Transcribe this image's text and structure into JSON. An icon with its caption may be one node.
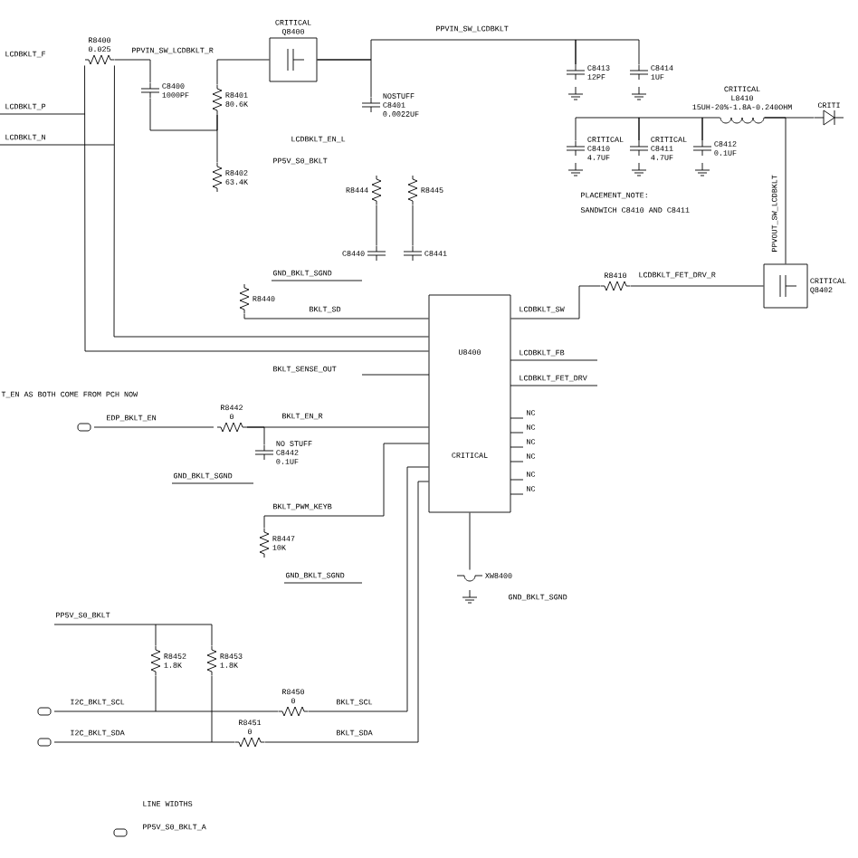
{
  "diagram": {
    "nodes": [
      {
        "text": [
          "R8400",
          "0.025"
        ]
      },
      {
        "text": [
          "CRITICAL",
          "Q8400"
        ]
      },
      {
        "text": [
          "C8400",
          "1000PF"
        ]
      },
      {
        "text": [
          "R8401",
          "80.6K"
        ]
      },
      {
        "text": [
          "NOSTUFF",
          "C8401",
          "0.0022UF"
        ]
      },
      {
        "text": [
          "R8402",
          "63.4K"
        ]
      },
      {
        "text": [
          "R8444"
        ]
      },
      {
        "text": [
          "R8445"
        ]
      },
      {
        "text": [
          "C8440"
        ]
      },
      {
        "text": [
          "C8441"
        ]
      },
      {
        "text": [
          "R8440"
        ]
      },
      {
        "text": [
          "U8400",
          "CRITICAL"
        ]
      },
      {
        "text": [
          "R8442",
          "0"
        ]
      },
      {
        "text": [
          "NO STUFF",
          "C8442",
          "0.1UF"
        ]
      },
      {
        "text": [
          "R8447",
          "10K"
        ]
      },
      {
        "text": [
          "R8452",
          "1.8K"
        ]
      },
      {
        "text": [
          "R8453",
          "1.8K"
        ]
      },
      {
        "text": [
          "R8450",
          "0"
        ]
      },
      {
        "text": [
          "R8451",
          "0"
        ]
      },
      {
        "text": [
          "XW8400"
        ]
      },
      {
        "text": [
          "C8413",
          "12PF"
        ]
      },
      {
        "text": [
          "C8414",
          "1UF"
        ]
      },
      {
        "text": [
          "CRITICAL",
          "L8410",
          "15UH-20%-1.8A-0.240OHM"
        ]
      },
      {
        "text": [
          "CRITICAL",
          "C8410",
          "4.7UF"
        ]
      },
      {
        "text": [
          "CRITICAL",
          "C8411",
          "4.7UF"
        ]
      },
      {
        "text": [
          "C8412",
          "0.1UF"
        ]
      },
      {
        "text": [
          "R8410"
        ]
      },
      {
        "text": [
          "CRITICAL",
          "Q8402"
        ]
      },
      {
        "text": [
          "CRITI"
        ]
      }
    ],
    "edges": [
      {
        "from": 0,
        "to": 2,
        "arrow": "none"
      },
      {
        "from": 2,
        "to": 3,
        "arrow": "none"
      },
      {
        "from": 3,
        "to": 1,
        "arrow": "none"
      },
      {
        "from": 3,
        "to": 5,
        "arrow": "none"
      },
      {
        "from": 1,
        "to": 4,
        "arrow": "none"
      },
      {
        "from": 6,
        "to": 8,
        "arrow": "none"
      },
      {
        "from": 7,
        "to": 9,
        "arrow": "none"
      },
      {
        "from": 10,
        "to": 11,
        "arrow": "none"
      },
      {
        "from": 12,
        "to": 13,
        "arrow": "none"
      },
      {
        "from": 12,
        "to": 11,
        "arrow": "none"
      },
      {
        "from": 14,
        "to": 11,
        "arrow": "none"
      },
      {
        "from": 17,
        "to": 11,
        "arrow": "none"
      },
      {
        "from": 18,
        "to": 11,
        "arrow": "none"
      },
      {
        "from": 15,
        "to": 17,
        "arrow": "none"
      },
      {
        "from": 16,
        "to": 18,
        "arrow": "none"
      },
      {
        "from": 11,
        "to": 19,
        "arrow": "none"
      },
      {
        "from": 20,
        "to": 21,
        "arrow": "none"
      },
      {
        "from": 23,
        "to": 24,
        "arrow": "none"
      },
      {
        "from": 24,
        "to": 25,
        "arrow": "none"
      },
      {
        "from": 25,
        "to": 22,
        "arrow": "none"
      },
      {
        "from": 26,
        "to": 27,
        "arrow": "none"
      },
      {
        "from": 11,
        "to": 26,
        "arrow": "none"
      },
      {
        "from": 27,
        "to": 22,
        "arrow": "none"
      },
      {
        "from": 22,
        "to": 28,
        "arrow": "none"
      },
      {
        "from": 0,
        "to": 11,
        "arrow": "none"
      },
      {
        "from": 0,
        "to": 11,
        "arrow": "none"
      },
      {
        "from": 1,
        "to": 20,
        "arrow": "none"
      },
      {
        "from": 15,
        "to": 16,
        "arrow": "none"
      }
    ],
    "labels": [
      "LCDBKLT_F",
      "PPVIN_SW_LCDBKLT_R",
      "LCDBKLT_P",
      "LCDBKLT_N",
      "LCDBKLT_EN_L",
      "PP5V_S0_BKLT",
      "GND_BKLT_SGND",
      "BKLT_SD",
      "BKLT_SENSE_OUT",
      "T_EN AS BOTH COME FROM PCH NOW",
      "EDP_BKLT_EN",
      "BKLT_EN_R",
      "GND_BKLT_SGND",
      "BKLT_PWM_KEYB",
      "GND_BKLT_SGND",
      "PP5V_S0_BKLT",
      "I2C_BKLT_SCL",
      "I2C_BKLT_SDA",
      "BKLT_SCL",
      "BKLT_SDA",
      "LINE WIDTHS",
      "PP5V_S0_BKLT_A",
      "LCDBKLT_SW",
      "LCDBKLT_FB",
      "LCDBKLT_FET_DRV",
      "LCDBKLT_FET_DRV_R",
      "PPVOUT_SW_LCDBKLT",
      "PPVIN_SW_LCDBKLT",
      "PLACEMENT_NOTE:",
      "SANDWICH C8410 AND C8411",
      "GND_BKLT_SGND",
      "NC",
      "NC",
      "NC",
      "NC",
      "NC",
      "NC"
    ]
  }
}
